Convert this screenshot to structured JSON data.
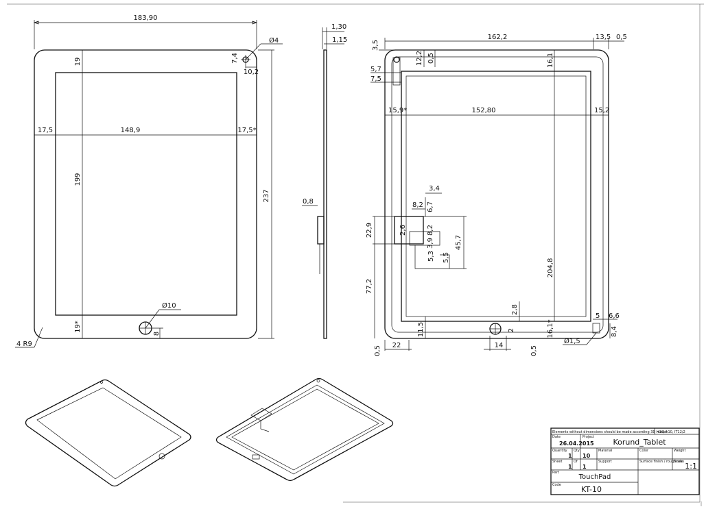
{
  "front_view": {
    "overall_width": "183,90",
    "screen_width": "148,9",
    "left_margin": "17,5",
    "right_margin": "17,5*",
    "top_margin": "19",
    "bottom_margin": "19*",
    "screen_height": "199",
    "overall_height": "237",
    "hole_diameter": "Ø4",
    "hole_offset_x": "10,2",
    "hole_offset_y": "7,4",
    "button_diameter": "Ø10",
    "button_offset": "8",
    "corner_radius": "4 R9"
  },
  "side_view": {
    "total_thickness": "1,30",
    "plate_thickness": "1,15",
    "tab_offset": "0,8"
  },
  "back_view": {
    "width": "162,2",
    "right_offset": "13,5",
    "right_gap": "0,5",
    "top_hole_offset": "3,5",
    "hole_top": "12,2",
    "hole_gap": "0,5",
    "slot_width": "5,7",
    "slot_offset": "7,5",
    "top_margin": "16,1",
    "left_margin": "15,9*",
    "inner_width": "152,80",
    "right_margin": "15,2",
    "tab_w1": "3,4",
    "tab_w2": "8,2",
    "tab_h1": "6,7",
    "tab_h2": "8,2",
    "tab_h3": "3,9",
    "tab_h4": "5,3",
    "tab_h5": "5,5",
    "tab_total": "45,7",
    "tab_gap": "2,6",
    "tab_pos": "22,9",
    "lower_pos": "77,2",
    "inner_height": "204,8",
    "bottom_small": "2,8",
    "bottom_margin": "16,1*",
    "bottom_left": "11,5",
    "corner_gap": "0,5",
    "left_pos": "22",
    "button_w": "14",
    "button_gap": "2",
    "button_margin": "0,5",
    "right_small": "5",
    "right_small2": "6,6",
    "right_depth": "8,4",
    "small_hole": "Ø1,5"
  },
  "title_block": {
    "note": "Elements without dimensions should be made according 3D model",
    "tolerance": "H10, h10, IT12/2",
    "date_label": "Date",
    "date": "26.04.2015",
    "project_label": "Project",
    "project": "Korund_Tablet",
    "quantity_label": "Quantity",
    "quantity": "1",
    "count_label": "Qty",
    "count": "10",
    "material_label": "Material",
    "color_label": "Color",
    "weight_label": "Weight",
    "sheet_label": "Sheet",
    "sheet": "1",
    "sheets_label": "Of",
    "sheets": "1",
    "support_label": "Support",
    "roughness_label": "Surface finish / roughness",
    "scale_label": "Scale",
    "scale": "1:1",
    "part_label": "Part",
    "part_name": "TouchPad",
    "code_label": "Code",
    "code": "KT-10"
  }
}
